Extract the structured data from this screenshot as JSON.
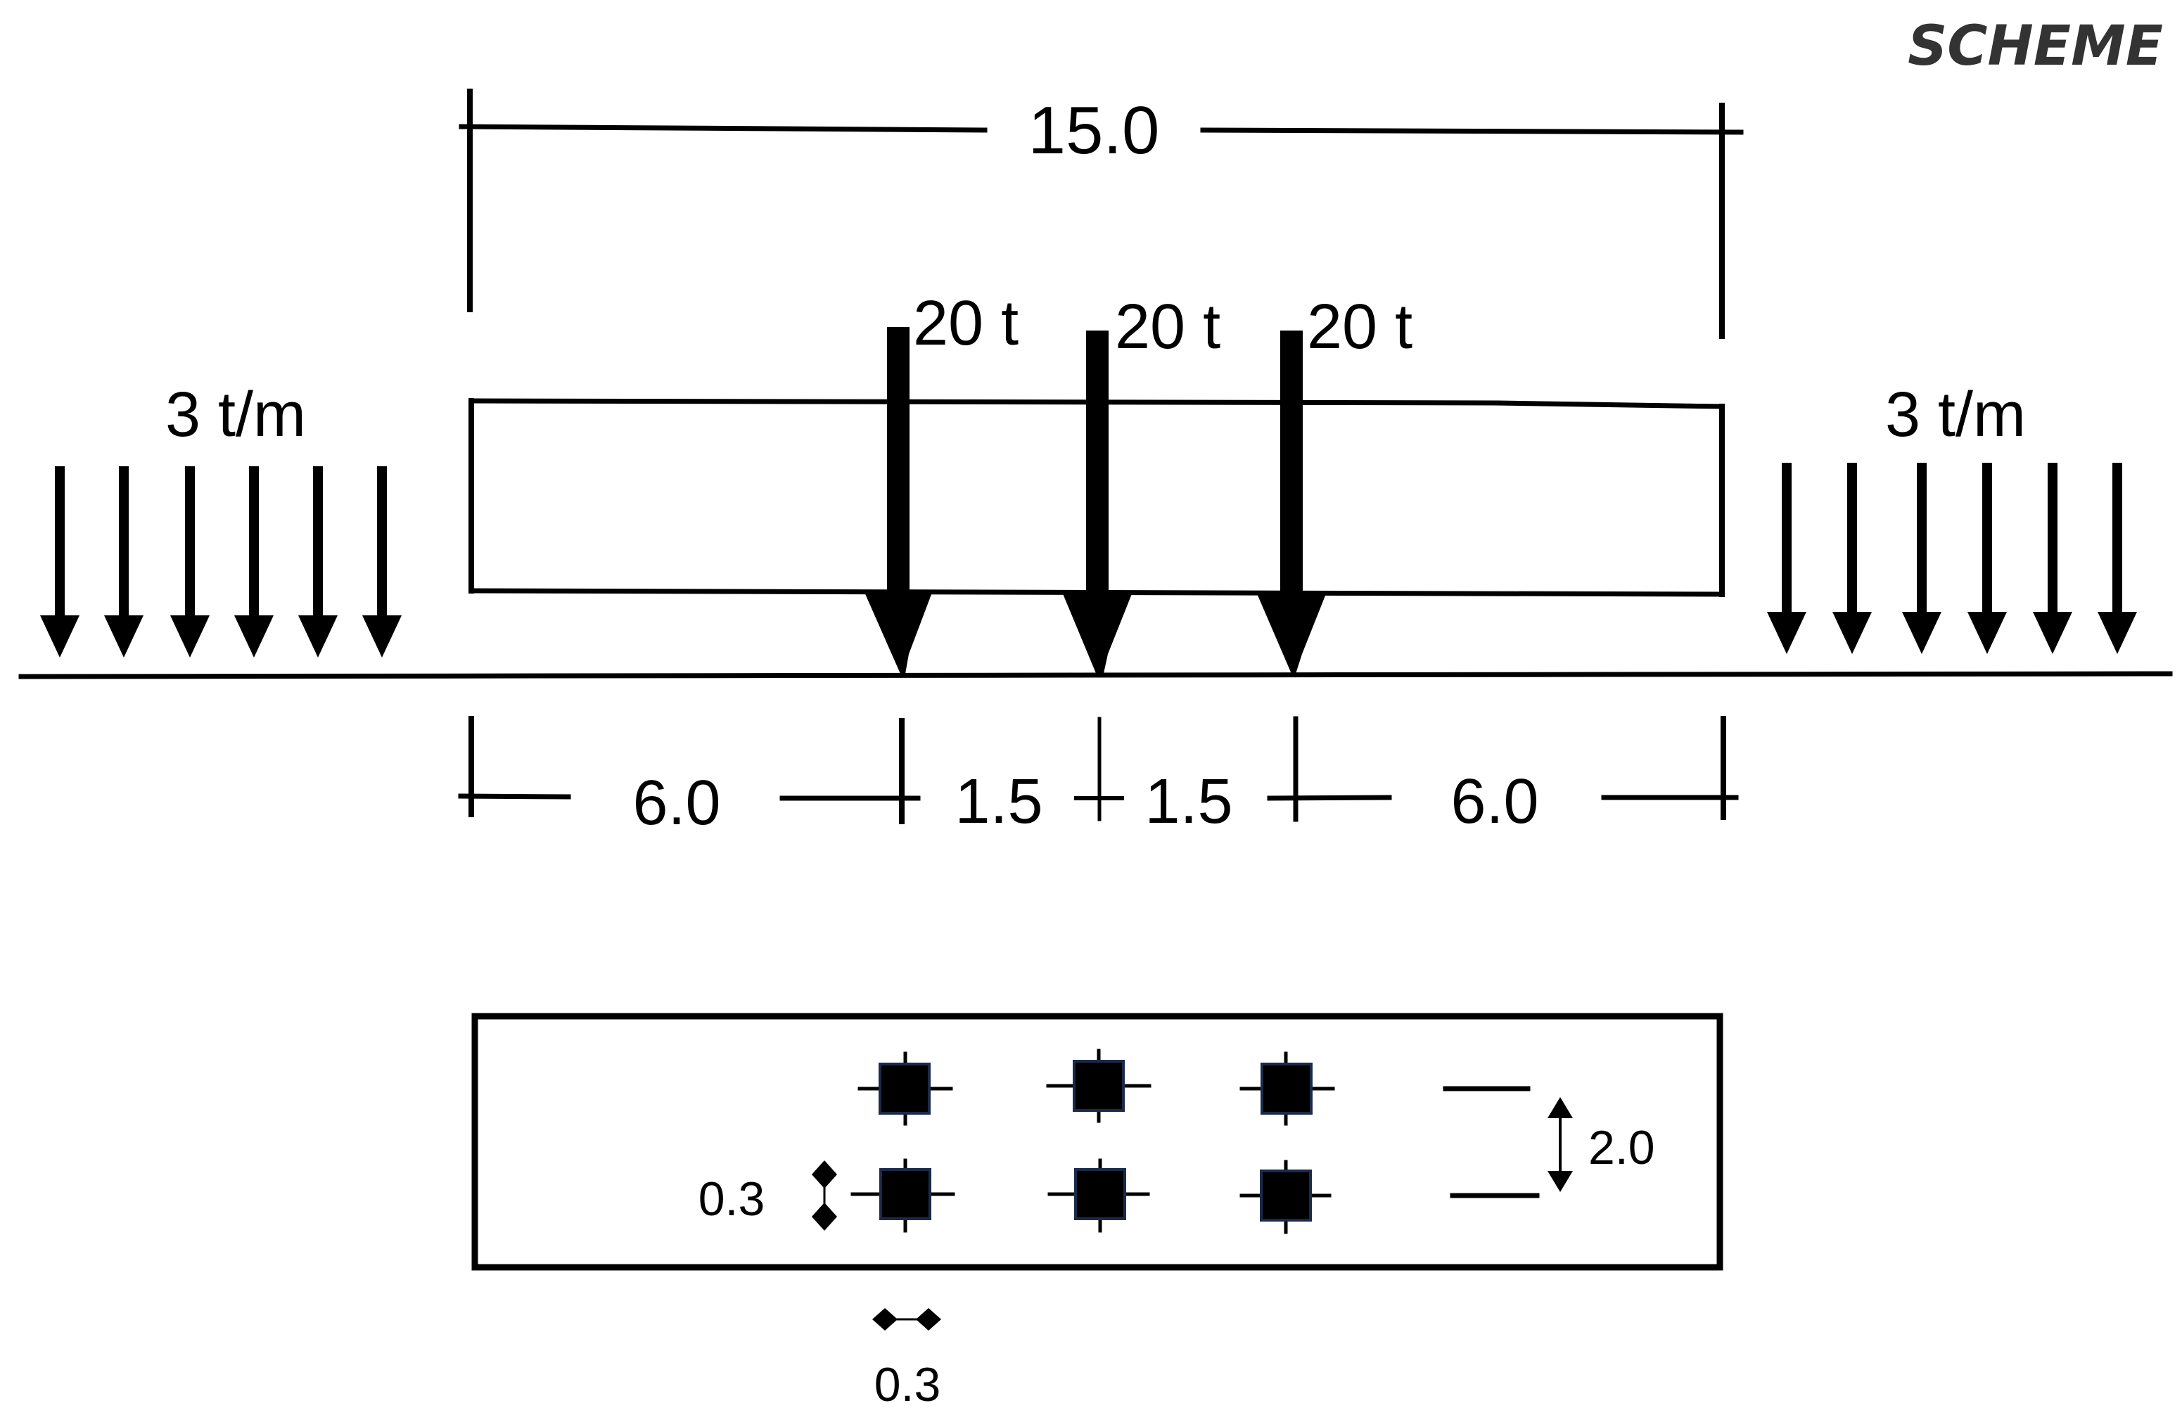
{
  "title": "SCHEME",
  "dimensions": {
    "total_length": "15.0",
    "left_segment": "6.0",
    "middle_left_segment": "1.5",
    "middle_right_segment": "1.5",
    "right_segment": "6.0"
  },
  "loads": {
    "left_distributed": "3 t/m",
    "right_distributed": "3 t/m",
    "point_loads": [
      "20 t",
      "20 t",
      "20 t"
    ]
  },
  "plan": {
    "row_spacing": "2.0",
    "column_size_vertical": "0.3",
    "column_size_horizontal": "0.3"
  },
  "colors": {
    "line": "#000000",
    "title": "#333333",
    "column_fill": "#000000",
    "column_edge": "#1a2a4a"
  }
}
